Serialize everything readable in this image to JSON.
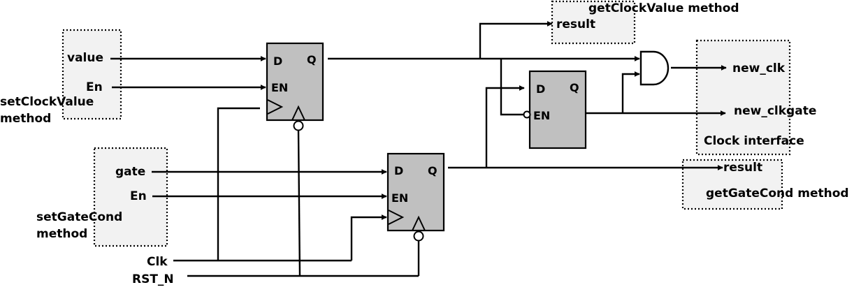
{
  "method_boxes": {
    "set_clock_value": {
      "inputs": [
        "value",
        "En"
      ],
      "label_line1": "setClockValue",
      "label_line2": "method"
    },
    "set_gate_cond": {
      "inputs": [
        "gate",
        "En"
      ],
      "label_line1": "setGateCond",
      "label_line2": "method"
    },
    "get_clock_value": {
      "title": "getClockValue method",
      "port": "result"
    },
    "get_gate_cond": {
      "title": "getGateCond method",
      "port": "result"
    },
    "clock_interface": {
      "title": "Clock interface",
      "outputs": [
        "new_clk",
        "new_clkgate"
      ]
    }
  },
  "global_signals": {
    "clk": "Clk",
    "rst_n": "RST_N"
  },
  "flip_flops": {
    "clock_value_reg": {
      "d": "D",
      "q": "Q",
      "en": "EN"
    },
    "gate_cond_reg": {
      "d": "D",
      "q": "Q",
      "en": "EN"
    },
    "gate_latch": {
      "d": "D",
      "q": "Q",
      "en": "EN"
    }
  }
}
